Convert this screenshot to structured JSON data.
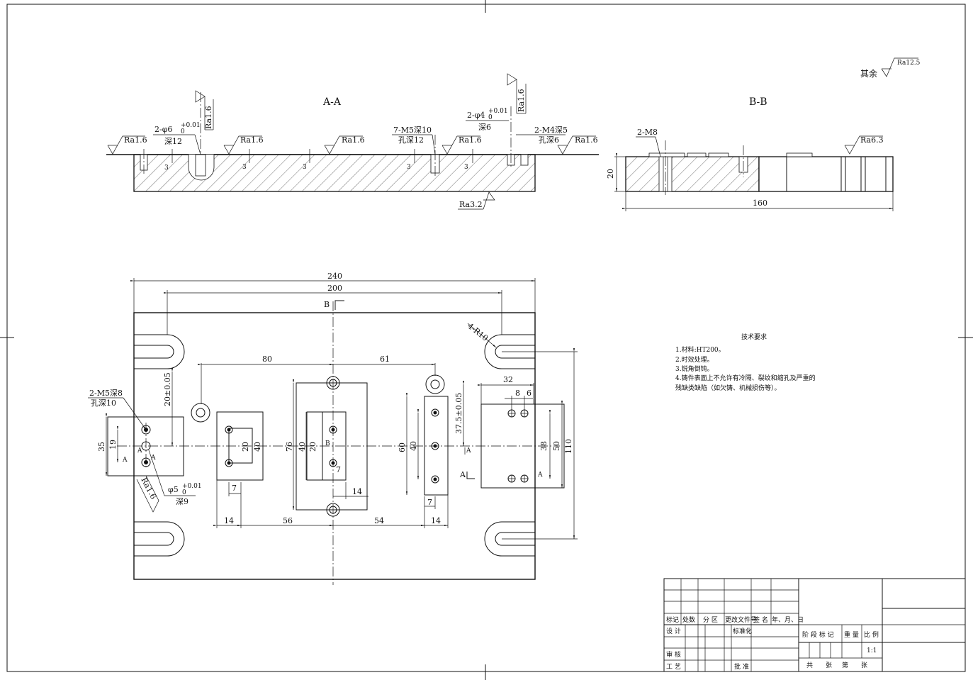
{
  "views": {
    "aa_title": "A-A",
    "bb_title": "B-B"
  },
  "surface": {
    "general_label": "其余",
    "general_ra": "Ra12.5",
    "aa_ra": [
      "Ra1.6",
      "Ra1.6",
      "Ra1.6",
      "Ra1.6",
      "Ra1.6"
    ],
    "aa_ra_vertical_left": "Ra1.6",
    "aa_ra_vertical_right": "Ra1.6",
    "aa_bottom_ra": "Ra3.2",
    "bb_ra": "Ra6.3",
    "plan_ra": "Ra1.6"
  },
  "section_aa": {
    "hole_left_label": "2-φ6",
    "hole_left_tol": "+0.01",
    "hole_left_tol0": "0",
    "hole_left_depth": "深12",
    "m5_label": "7-M5深10",
    "m5_depth": "孔深12",
    "hole_right_label": "2-φ4",
    "hole_right_tol": "+0.01",
    "hole_right_tol0": "0",
    "hole_right_depth": "深6",
    "m4_label": "2-M4深5",
    "m4_depth": "孔深6",
    "small_dim": "3"
  },
  "section_bb": {
    "m8_label": "2-M8",
    "height_dim": "20",
    "length_dim": "160"
  },
  "plan": {
    "dim_240": "240",
    "dim_200": "200",
    "dim_80": "80",
    "dim_61": "61",
    "dim_32": "32",
    "dim_8": "8",
    "dim_6": "6",
    "dim_110": "110",
    "dim_50": "50",
    "dim_38": "38",
    "dim_37_5": "37.5±0.05",
    "dim_20_05": "20±0.05",
    "dim_76": "76",
    "dim_40a": "40",
    "dim_20a": "20",
    "dim_40b": "40",
    "dim_20b": "20",
    "dim_60": "60",
    "dim_40c": "40",
    "dim_35": "35",
    "dim_19": "19",
    "dim_7a": "7",
    "dim_7b": "7",
    "dim_7c": "7",
    "dim_14a": "14",
    "dim_14b": "14",
    "dim_14c": "14",
    "dim_56": "56",
    "dim_54": "54",
    "r10_label": "4-R10",
    "m5_label": "2-M5深8",
    "m5_depth": "孔深10",
    "phi5_label": "φ5",
    "phi5_tol": "+0.01",
    "phi5_tol0": "0",
    "phi5_depth": "深9",
    "marker_b": "B",
    "marker_b2": "B",
    "marker_a": "A",
    "marker_a2": "A",
    "marker_a3": "A",
    "marker_a4": "A",
    "marker_a5": "A"
  },
  "tech_req": {
    "title": "技术要求",
    "items": [
      "1.材料:HT200。",
      "2.时效处理。",
      "3.锐角倒钝。",
      "4.铸件表面上不允许有冷隔、裂纹和缩孔及严重的",
      "残缺类缺陷（如欠铸、机械损伤等）。"
    ]
  },
  "title_block": {
    "headers": [
      "标记",
      "处数",
      "分 区",
      "更改文件号",
      "签 名",
      "年、月、日"
    ],
    "design": "设 计",
    "standard": "标准化",
    "review": "审 核",
    "process": "工 艺",
    "approve": "批 准",
    "stage": "阶 段 标 记",
    "weight": "重 量",
    "ratio": "比 例",
    "ratio_value": "1:1",
    "sheets_total": "共",
    "sheets_unit": "张",
    "sheet_no": "第",
    "sheet_unit2": "张"
  }
}
